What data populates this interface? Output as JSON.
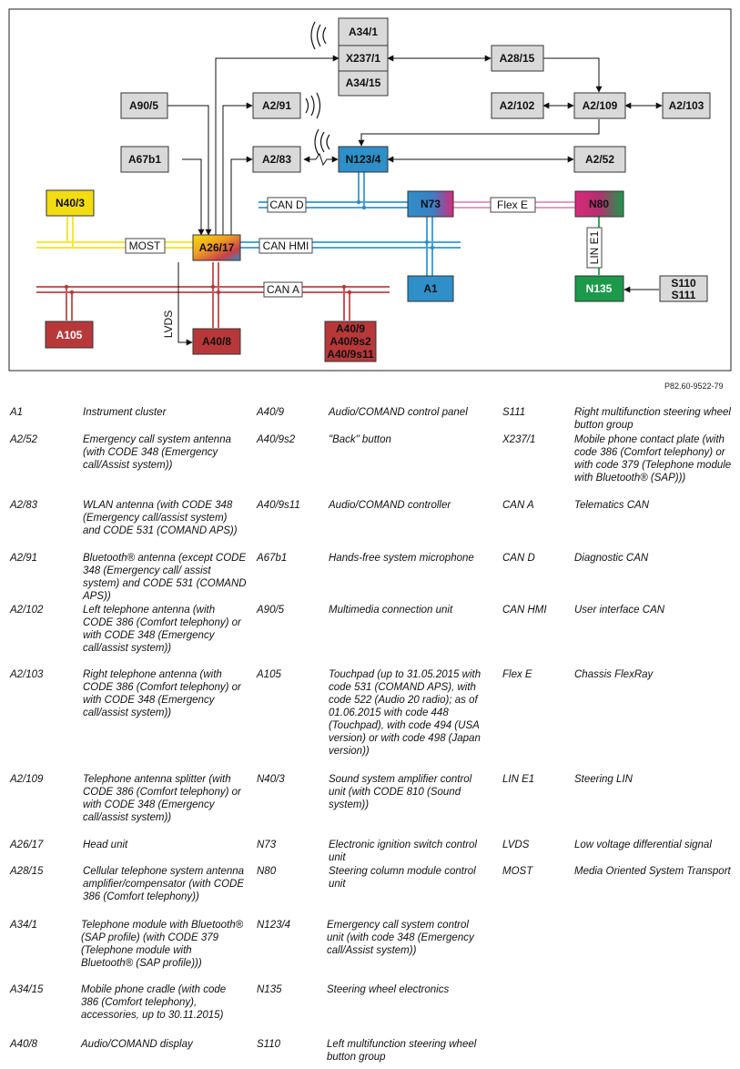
{
  "diagram": {
    "boxes": {
      "A34_1": "A34/1",
      "X237_1": "X237/1",
      "A34_15": "A34/15",
      "A28_15": "A28/15",
      "A90_5": "A90/5",
      "A2_91": "A2/91",
      "A2_102": "A2/102",
      "A2_109": "A2/109",
      "A2_103": "A2/103",
      "A67b1": "A67b1",
      "A2_83": "A2/83",
      "N123_4": "N123/4",
      "A2_52": "A2/52",
      "N40_3": "N40/3",
      "N73": "N73",
      "N80": "N80",
      "A26_17": "A26/17",
      "A1": "A1",
      "N135": "N135",
      "S110": "S110",
      "S111": "S111",
      "A105": "A105",
      "A40_8": "A40/8",
      "A40_9": "A40/9",
      "A40_9s2": "A40/9s2",
      "A40_9s11": "A40/9s11"
    },
    "bus_labels": {
      "can_d": "CAN D",
      "flex_e": "Flex E",
      "most": "MOST",
      "can_hmi": "CAN HMI",
      "can_a": "CAN A",
      "lin_e1": "LIN E1",
      "lvds": "LVDS"
    },
    "reference": "P82.60-9522-79",
    "colors": {
      "box_grey": "#d9d9d9",
      "yellow": "#f2dc12",
      "blue": "#2f8fc8",
      "green": "#1a9a4a",
      "red": "#b8383a",
      "magenta": "#d62a7a",
      "orange": "#f0a020"
    }
  },
  "legend": [
    {
      "code": "A1",
      "desc": "Instrument cluster"
    },
    {
      "code": "A2/52",
      "desc": "Emergency call system antenna (with CODE 348 (Emergency call/Assist system))"
    },
    {
      "code": "A2/83",
      "desc": "WLAN antenna (with CODE 348 (Emergency call/assist system) and CODE 531 (COMAND APS))"
    },
    {
      "code": "A2/91",
      "desc": "Bluetooth® antenna (except CODE 348 (Emergency call/ assist system) and CODE 531 (COMAND APS))"
    },
    {
      "code": "A2/102",
      "desc": "Left telephone antenna (with CODE 386 (Comfort telephony) or with CODE 348 (Emergency call/assist system))"
    },
    {
      "code": "A2/103",
      "desc": "Right telephone antenna (with CODE 386 (Comfort telephony) or with CODE 348 (Emergency call/assist system))"
    },
    {
      "code": "A2/109",
      "desc": "Telephone antenna splitter (with CODE 386 (Comfort telephony) or with CODE 348 (Emergency call/assist system))"
    },
    {
      "code": "A26/17",
      "desc": "Head unit"
    },
    {
      "code": "A28/15",
      "desc": "Cellular telephone system antenna amplifier/compensator (with CODE 386 (Comfort telephony))"
    },
    {
      "code": "A34/1",
      "desc": "Telephone module with Bluetooth® (SAP profile) (with CODE 379 (Telephone module with Bluetooth® (SAP profile)))"
    },
    {
      "code": "A34/15",
      "desc": "Mobile phone cradle (with code 386 (Comfort telephony), accessories, up to 30.11.2015)"
    },
    {
      "code": "A40/8",
      "desc": "Audio/COMAND display"
    },
    {
      "code": "A40/9",
      "desc": "Audio/COMAND control panel"
    },
    {
      "code": "A40/9s2",
      "desc": "\"Back\" button"
    },
    {
      "code": "A40/9s11",
      "desc": "Audio/COMAND controller"
    },
    {
      "code": "A67b1",
      "desc": "Hands-free system microphone"
    },
    {
      "code": "A90/5",
      "desc": "Multimedia connection unit"
    },
    {
      "code": "A105",
      "desc": "Touchpad (up to 31.05.2015 with code 531 (COMAND APS), with code 522 (Audio 20 radio); as of 01.06.2015 with code 448 (Touchpad), with code 494 (USA version) or with code 498 (Japan version))"
    },
    {
      "code": "N40/3",
      "desc": "Sound system amplifier control unit (with CODE 810 (Sound system))"
    },
    {
      "code": "N73",
      "desc": "Electronic ignition switch control unit"
    },
    {
      "code": "N80",
      "desc": "Steering column module control unit"
    },
    {
      "code": "N123/4",
      "desc": "Emergency call system control unit (with code 348 (Emergency call/Assist system))"
    },
    {
      "code": "N135",
      "desc": "Steering wheel electronics"
    },
    {
      "code": "S110",
      "desc": "Left multifunction steering wheel button group"
    },
    {
      "code": "S111",
      "desc": "Right multifunction steering wheel button group"
    },
    {
      "code": "X237/1",
      "desc": "Mobile phone contact plate (with code 386 (Comfort telephony) or with code 379 (Telephone module with Bluetooth® (SAP)))"
    },
    {
      "code": "CAN A",
      "desc": "Telematics CAN"
    },
    {
      "code": "CAN D",
      "desc": "Diagnostic CAN"
    },
    {
      "code": "CAN HMI",
      "desc": "User interface CAN"
    },
    {
      "code": "Flex E",
      "desc": "Chassis FlexRay"
    },
    {
      "code": "LIN E1",
      "desc": "Steering LIN"
    },
    {
      "code": "LVDS",
      "desc": "Low voltage differential signal"
    },
    {
      "code": "MOST",
      "desc": "Media Oriented System Transport"
    }
  ]
}
